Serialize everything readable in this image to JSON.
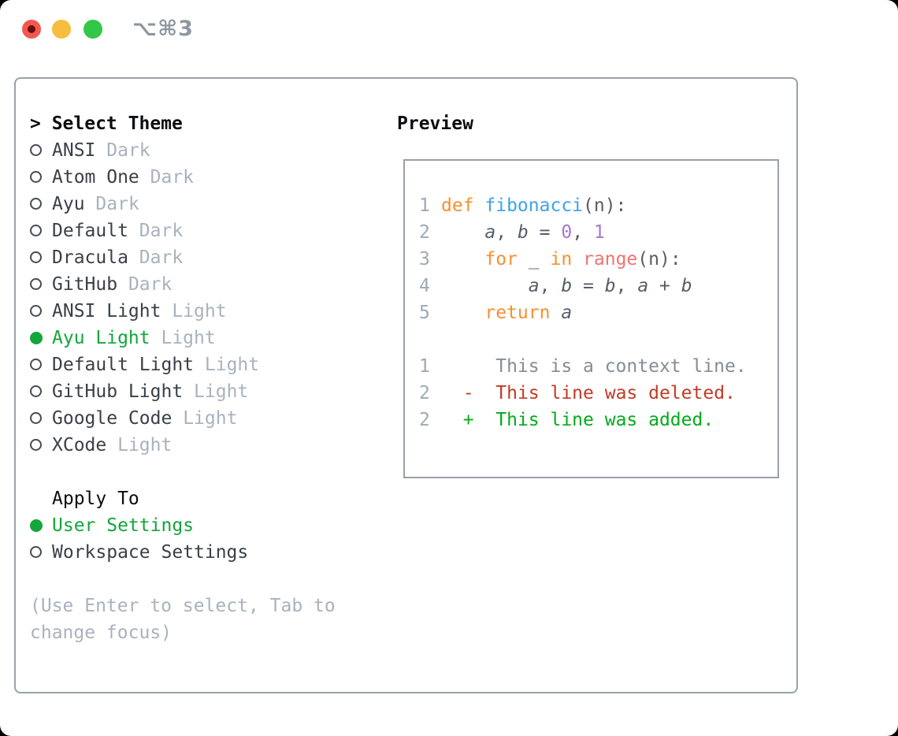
{
  "window": {
    "title": "⌥⌘3",
    "traffic_lights": [
      {
        "name": "close-button",
        "color_key": "btnred"
      },
      {
        "name": "minimize-button",
        "color_key": "btnyellow"
      },
      {
        "name": "zoom-button",
        "color_key": "btngreen"
      }
    ]
  },
  "theme_panel": {
    "focus_marker": ">",
    "header": "Select Theme",
    "items": [
      {
        "name": "ANSI",
        "variant": "Dark",
        "selected": false
      },
      {
        "name": "Atom One",
        "variant": "Dark",
        "selected": false
      },
      {
        "name": "Ayu",
        "variant": "Dark",
        "selected": false
      },
      {
        "name": "Default",
        "variant": "Dark",
        "selected": false
      },
      {
        "name": "Dracula",
        "variant": "Dark",
        "selected": false
      },
      {
        "name": "GitHub",
        "variant": "Dark",
        "selected": false
      },
      {
        "name": "ANSI Light",
        "variant": "Light",
        "selected": false
      },
      {
        "name": "Ayu Light",
        "variant": "Light",
        "selected": true
      },
      {
        "name": "Default Light",
        "variant": "Light",
        "selected": false
      },
      {
        "name": "GitHub Light",
        "variant": "Light",
        "selected": false
      },
      {
        "name": "Google Code",
        "variant": "Light",
        "selected": false
      },
      {
        "name": "XCode",
        "variant": "Light",
        "selected": false
      }
    ],
    "apply_to": {
      "header": "Apply To",
      "options": [
        {
          "name": "User Settings",
          "selected": true
        },
        {
          "name": "Workspace Settings",
          "selected": false
        }
      ]
    },
    "hint_lines": [
      "(Use Enter to select, Tab to",
      "change focus)"
    ]
  },
  "preview": {
    "header": "Preview",
    "code_lines": [
      {
        "num": "1",
        "tokens": [
          {
            "t": "def ",
            "c": "kw"
          },
          {
            "t": "fibonacci",
            "c": "fn"
          },
          {
            "t": "(n):",
            "c": "pl"
          }
        ]
      },
      {
        "num": "2",
        "tokens": [
          {
            "t": "    ",
            "c": "pl"
          },
          {
            "t": "a",
            "c": "var"
          },
          {
            "t": ", ",
            "c": "pl"
          },
          {
            "t": "b",
            "c": "var"
          },
          {
            "t": " = ",
            "c": "pl"
          },
          {
            "t": "0",
            "c": "nm"
          },
          {
            "t": ", ",
            "c": "pl"
          },
          {
            "t": "1",
            "c": "nm"
          }
        ]
      },
      {
        "num": "3",
        "tokens": [
          {
            "t": "    ",
            "c": "pl"
          },
          {
            "t": "for",
            "c": "kw"
          },
          {
            "t": " _ ",
            "c": "pl"
          },
          {
            "t": "in",
            "c": "kw"
          },
          {
            "t": " ",
            "c": "pl"
          },
          {
            "t": "range",
            "c": "bn"
          },
          {
            "t": "(n):",
            "c": "pl"
          }
        ]
      },
      {
        "num": "4",
        "tokens": [
          {
            "t": "        ",
            "c": "pl"
          },
          {
            "t": "a",
            "c": "var"
          },
          {
            "t": ", ",
            "c": "pl"
          },
          {
            "t": "b",
            "c": "var"
          },
          {
            "t": " = ",
            "c": "pl"
          },
          {
            "t": "b",
            "c": "var"
          },
          {
            "t": ", ",
            "c": "pl"
          },
          {
            "t": "a",
            "c": "var"
          },
          {
            "t": " + ",
            "c": "pl"
          },
          {
            "t": "b",
            "c": "var"
          }
        ]
      },
      {
        "num": "5",
        "tokens": [
          {
            "t": "    ",
            "c": "pl"
          },
          {
            "t": "return",
            "c": "kw"
          },
          {
            "t": " ",
            "c": "pl"
          },
          {
            "t": "a",
            "c": "var"
          }
        ]
      }
    ],
    "diff_lines": [
      {
        "num": "1",
        "tokens": [
          {
            "t": "     This is a context line.",
            "c": "ctx"
          }
        ]
      },
      {
        "num": "2",
        "tokens": [
          {
            "t": "  ",
            "c": "pl"
          },
          {
            "t": "-  This line was deleted.",
            "c": "del"
          }
        ]
      },
      {
        "num": "2",
        "tokens": [
          {
            "t": "  ",
            "c": "pl"
          },
          {
            "t": "+  This line was added.",
            "c": "add"
          }
        ]
      }
    ]
  },
  "colors": {
    "border": "#99A1AA",
    "title": "#8E97A1",
    "text": "#3A4047",
    "heading": "#0B0D10",
    "muted": "#A9B2BD",
    "green": "#12A63B",
    "ring": "#464C54",
    "code": "#575D68",
    "lineno": "#9FA9B2",
    "kw": "#F8902F",
    "fn": "#3FA2E9",
    "bn": "#F0736F",
    "num": "#A478CE",
    "ctx": "#858D95",
    "del": "#C23A26",
    "add": "#00AB1B",
    "btnred": "#F4574E",
    "btnreddot": "#64100C",
    "btnyellow": "#F6BD3E",
    "btngreen": "#33C748"
  }
}
